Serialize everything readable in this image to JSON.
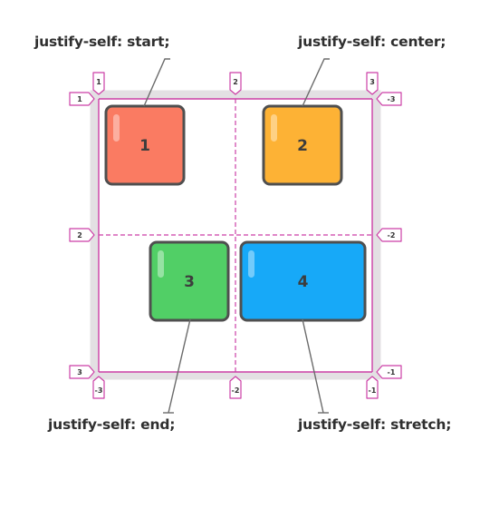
{
  "captions": {
    "start": "justify-self: start;",
    "center": "justify-self: center;",
    "end": "justify-self: end;",
    "stretch": "justify-self: stretch;"
  },
  "items": [
    {
      "label": "1",
      "color": "#fa7b62"
    },
    {
      "label": "2",
      "color": "#fdb235"
    },
    {
      "label": "3",
      "color": "#51cf66"
    },
    {
      "label": "4",
      "color": "#17a9f8"
    }
  ],
  "line_markers": {
    "top": [
      "1",
      "2",
      "3"
    ],
    "left": [
      "1",
      "2",
      "3"
    ],
    "right": [
      "-3",
      "-2",
      "-1"
    ],
    "bottom": [
      "-3",
      "-2",
      "-1"
    ]
  },
  "colors": {
    "grid_line": "#cc3fa6",
    "container_border": "#e3e0e3",
    "item_border": "#4f4f4f",
    "leader_line": "#6b6b6b"
  }
}
